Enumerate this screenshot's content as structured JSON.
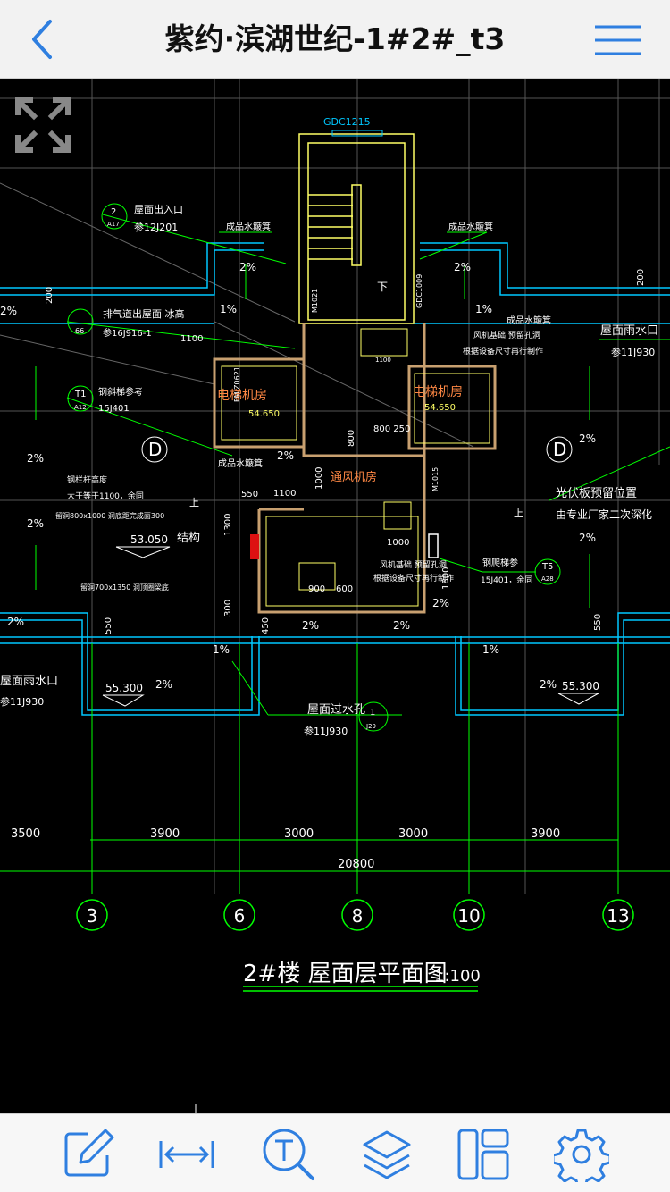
{
  "header": {
    "title": "紫约·滨湖世纪-1#2#_t3"
  },
  "drawing": {
    "title": "2#楼  屋面层平面图",
    "scale": "1:100",
    "window_tag": "GDC1215",
    "rooms": {
      "elevator_left": "电梯机房",
      "elevator_right": "电梯机房",
      "ventilation": "通风机房"
    },
    "elevations": {
      "left_room": "54.650",
      "right_room": "54.650",
      "structure": "53.050",
      "structure_label": "结构",
      "left_roof": "55.300",
      "right_roof": "55.300"
    },
    "labels": {
      "roof_exit": "屋面出入口",
      "roof_exit_ref": "参12J201",
      "ladder_left": "成品水簸箕",
      "ladder_right": "成品水簸箕",
      "exhaust": "排气道出屋面 冰高",
      "exhaust_ref": "参16J916-1",
      "steel_ladder": "钢斜梯参考",
      "steel_ladder_ref": "15J401",
      "steel_rail": "钢栏杆高度",
      "steel_rail_note": "大于等于1100，余同",
      "hole": "留洞800x1000   洞底距完成面300",
      "hole2": "留洞700x1350   洞顶圈梁底",
      "fan_note": "风机基础 预留孔洞",
      "fan_note2": "根据设备尺寸再行制作",
      "fan_note3": "风机基础 预留孔洞",
      "fan_note4": "根据设备尺寸再行制作",
      "rain_outlet_right": "屋面雨水口",
      "rain_outlet_right_ref": "参11J930",
      "rain_outlet_left": "屋面雨水口",
      "rain_outlet_left_ref": "参11J930",
      "overflow": "屋面过水孔",
      "overflow_ref": "参11J930",
      "pv_note": "光伏板预留位置",
      "pv_note2": "由专业厂家二次深化",
      "steel_ladder2": "钢爬梯参",
      "steel_ladder2_ref": "15J401，余同",
      "gd_window": "GDC1009",
      "door_left": "FM Z0621",
      "door_m": "M1021",
      "door_m2": "M1015",
      "up": "上",
      "down": "下"
    },
    "slopes": [
      "2%",
      "2%",
      "1%",
      "1%",
      "2%",
      "2%",
      "2%",
      "2%",
      "2%",
      "2%",
      "2%",
      "2%",
      "2%",
      "1%",
      "1%",
      "2%",
      "2%",
      "2%"
    ],
    "dimensions": {
      "spans": [
        "3500",
        "3900",
        "3000",
        "3000",
        "3900"
      ],
      "total": "20800",
      "d1100": "1100",
      "d550": "550",
      "d1100b": "1100",
      "d1000": "1000",
      "d900": "900",
      "d600": "600",
      "d800": "800",
      "d250": "800 250",
      "d1300": "1300",
      "d1800": "1800",
      "d200a": "200",
      "d200b": "200",
      "d300": "300",
      "d450": "450",
      "d550b": "550"
    },
    "axes": [
      "3",
      "6",
      "8",
      "10",
      "13"
    ],
    "markers": {
      "d_left": "D",
      "d_right": "D",
      "m2": "2",
      "m2_sub": "A17",
      "m66": "66",
      "t1": "T1",
      "t1_sub": "A12",
      "t5": "T5",
      "t5_sub": "A28",
      "m1": "1",
      "m1_sub": "J29"
    }
  },
  "colors": {
    "nav_bg": "#f2f2f2",
    "accent": "#2f7fe0",
    "cad_green": "#00ff00",
    "cad_cyan": "#00c8ff",
    "cad_yellow": "#ffff66",
    "cad_white": "#ffffff",
    "cad_orange": "#ff8844",
    "cad_tan": "#c8a070"
  },
  "toolbar": {
    "icons": [
      "edit-icon",
      "measure-icon",
      "text-search-icon",
      "layers-icon",
      "layout-icon",
      "settings-icon"
    ]
  }
}
